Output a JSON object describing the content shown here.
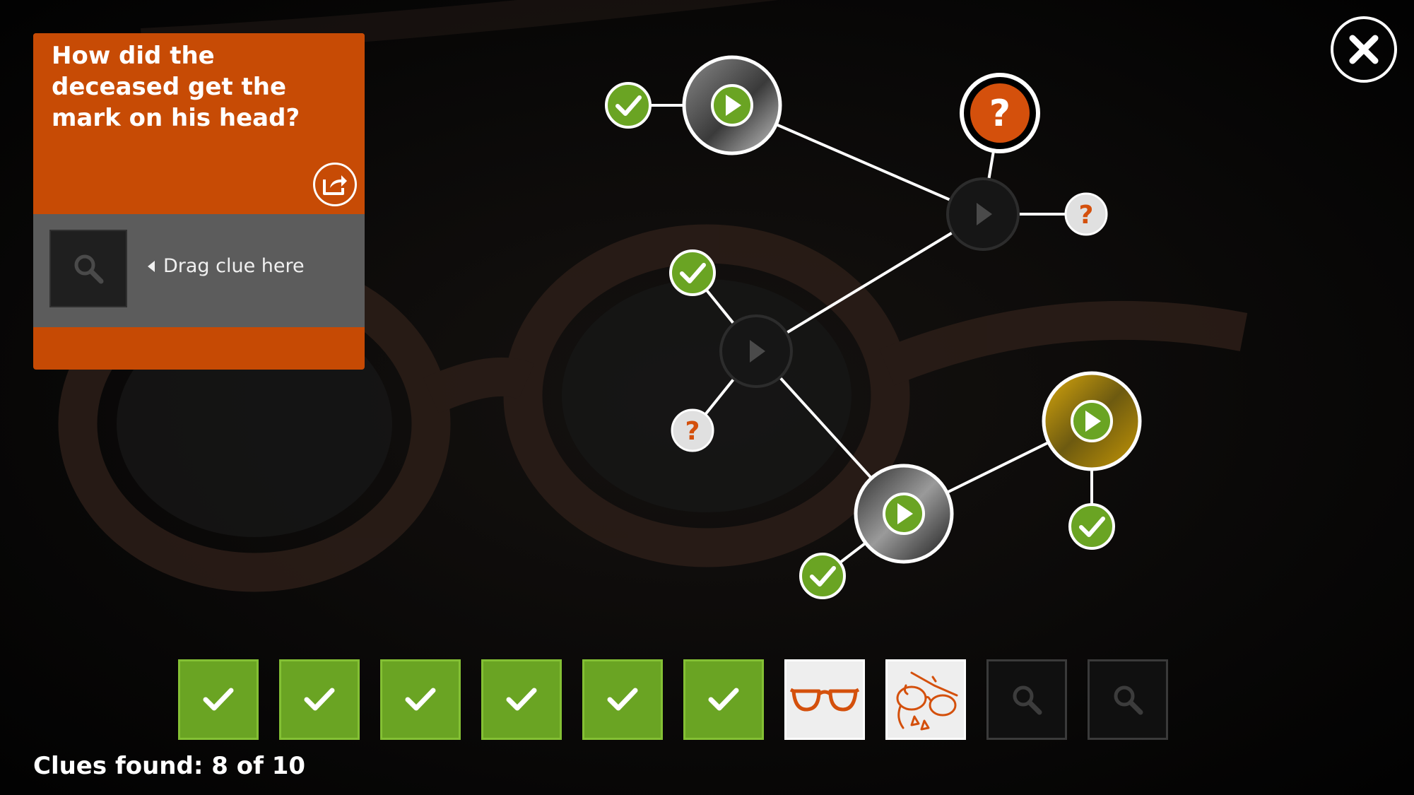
{
  "question": {
    "text": "How did the deceased get the mark on his head?"
  },
  "drop_zone": {
    "hint": "Drag clue here"
  },
  "graph_badges": {
    "question_mark": "?"
  },
  "clues": {
    "found_label": "Clues found: 8 of 10",
    "found": 8,
    "total": 10,
    "slots": [
      {
        "state": "found",
        "icon": "check-icon"
      },
      {
        "state": "found",
        "icon": "check-icon"
      },
      {
        "state": "found",
        "icon": "check-icon"
      },
      {
        "state": "found",
        "icon": "check-icon"
      },
      {
        "state": "found",
        "icon": "check-icon"
      },
      {
        "state": "found",
        "icon": "check-icon"
      },
      {
        "state": "item",
        "icon": "glasses-icon"
      },
      {
        "state": "item",
        "icon": "glasses-sketch-icon"
      },
      {
        "state": "empty",
        "icon": "magnifier-icon"
      },
      {
        "state": "empty",
        "icon": "magnifier-icon"
      }
    ]
  },
  "colors": {
    "accent_orange": "#c74b05",
    "clue_orange": "#d4500c",
    "success_green": "#6aa423",
    "panel_gray": "#5c5c5c"
  }
}
